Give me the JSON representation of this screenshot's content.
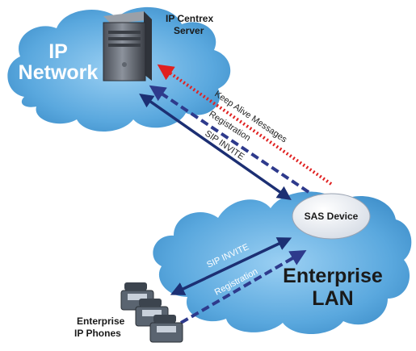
{
  "server": {
    "label_line1": "IP Centrex",
    "label_line2": "Server"
  },
  "ip_cloud": {
    "title_line1": "IP",
    "title_line2": "Network"
  },
  "lan_cloud": {
    "title_line1": "Enterprise",
    "title_line2": "LAN"
  },
  "sas_device": {
    "label": "SAS Device"
  },
  "phones": {
    "label_line1": "Enterprise",
    "label_line2": "IP Phones"
  },
  "links": {
    "keep_alive": "Keep Alive Messages",
    "registration_upper": "Registration",
    "sip_invite_upper": "SIP INVITE",
    "sip_invite_lower": "SIP INVITE",
    "registration_lower": "Registration"
  },
  "colors": {
    "cloud": "#5aa8de",
    "keep_alive": "#e02020",
    "registration": "#2e3a8c",
    "sip_invite": "#1c2f73"
  }
}
